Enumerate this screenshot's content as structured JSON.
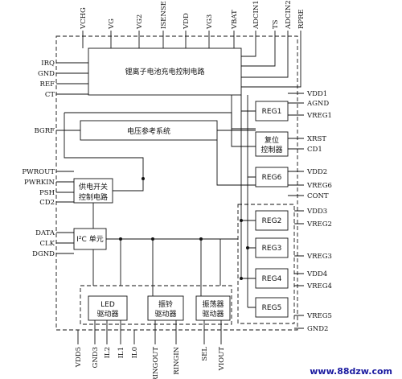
{
  "chip": {
    "top_pins": [
      "VCHG",
      "VG",
      "VG2",
      "ISENSE",
      "VDD",
      "VG3",
      "VBAT",
      "ADCIN1",
      "TS",
      "ADCIN2",
      "RPRE"
    ],
    "left_pins": [
      "IRQ",
      "GND",
      "REF",
      "CT",
      "BGRF",
      "PWROUT",
      "PWRKIN",
      "PSH",
      "CD2",
      "DATA",
      "CLK",
      "DGND"
    ],
    "right_pins": [
      "VDD1",
      "AGND",
      "VREG1",
      "XRST",
      "CD1",
      "VDD2",
      "VREG6",
      "CONT",
      "VDD3",
      "VREG2",
      "VREG3",
      "VDD4",
      "VREG4",
      "VREG5",
      "GND2"
    ],
    "bottom_pins": [
      "VDD5",
      "GND3",
      "IL2",
      "IL1",
      "IL0",
      "RINGOUT",
      "RINGIN",
      "SEL",
      "VIOUT"
    ]
  },
  "blocks": {
    "charger": "锂离子电池充电控制电路",
    "vref": "电压参考系统",
    "power_switch": [
      "供电开关",
      "控制电路"
    ],
    "i2c": "I²C 单元",
    "reset": [
      "复位",
      "控制器"
    ],
    "led": [
      "LED",
      "驱动器"
    ],
    "ring": [
      "振铃",
      "驱动器"
    ],
    "vibrator": [
      "振荡器",
      "驱动器"
    ],
    "reg1": "REG1",
    "reg6": "REG6",
    "reg2": "REG2",
    "reg3": "REG3",
    "reg4": "REG4",
    "reg5": "REG5"
  },
  "watermark": "www.88dzw.com"
}
